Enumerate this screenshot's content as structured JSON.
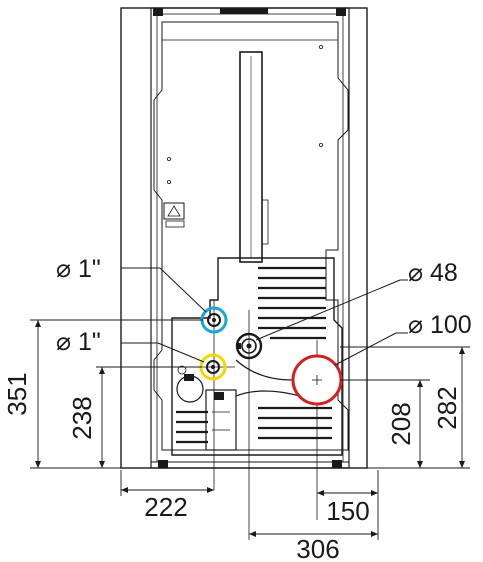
{
  "dimensions": {
    "left_height": "351",
    "inner_left_height": "238",
    "right_inner_height": "208",
    "right_outer_height": "282",
    "bottom_left_width": "222",
    "bottom_mid_width": "150",
    "bottom_total_width": "306"
  },
  "callouts": {
    "upper_left": "⌀ 1\"",
    "lower_left": "⌀ 1\"",
    "right_upper": "⌀ 48",
    "right_lower": "⌀ 100"
  },
  "colors": {
    "line": "#1a1a1a",
    "port_upper": "#1aa6d8",
    "port_lower": "#f0d800",
    "flue": "#d42020"
  }
}
